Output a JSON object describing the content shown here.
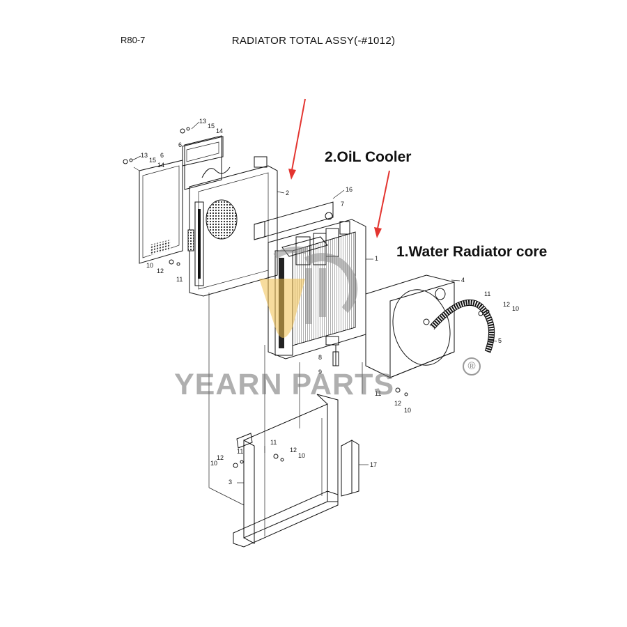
{
  "header": {
    "model_code": "R80-7",
    "title": "RADIATOR TOTAL ASSY(-#1012)"
  },
  "annotations": {
    "oil_cooler": "2.OiL Cooler",
    "water_radiator": "1.Water Radiator core"
  },
  "watermark": {
    "text": "YEARN PARTS",
    "registered": "®"
  },
  "part_numbers": {
    "p13a": "13",
    "p15a": "15",
    "p14a": "14",
    "p6a": "6",
    "p13b": "13",
    "p15b": "15",
    "p14b": "14",
    "p6b": "6",
    "p2": "2",
    "p16": "16",
    "p7": "7",
    "p1": "1",
    "p10a": "10",
    "p12a": "12",
    "p11a": "11",
    "p4": "4",
    "p11b": "11",
    "p12b": "12",
    "p10b": "10",
    "p5": "5",
    "p8": "8",
    "p9": "9",
    "p11c": "11",
    "p12c": "12",
    "p10c": "10",
    "p11d": "11",
    "p12d": "12",
    "p10d": "10",
    "p11e": "11",
    "p12e": "12",
    "p10e": "10",
    "p3": "3",
    "p17": "17"
  },
  "colors": {
    "arrow": "#e3342f",
    "watermark_gold": "#f2c14e",
    "watermark_gray": "#8c8c8c",
    "line": "#111111"
  }
}
